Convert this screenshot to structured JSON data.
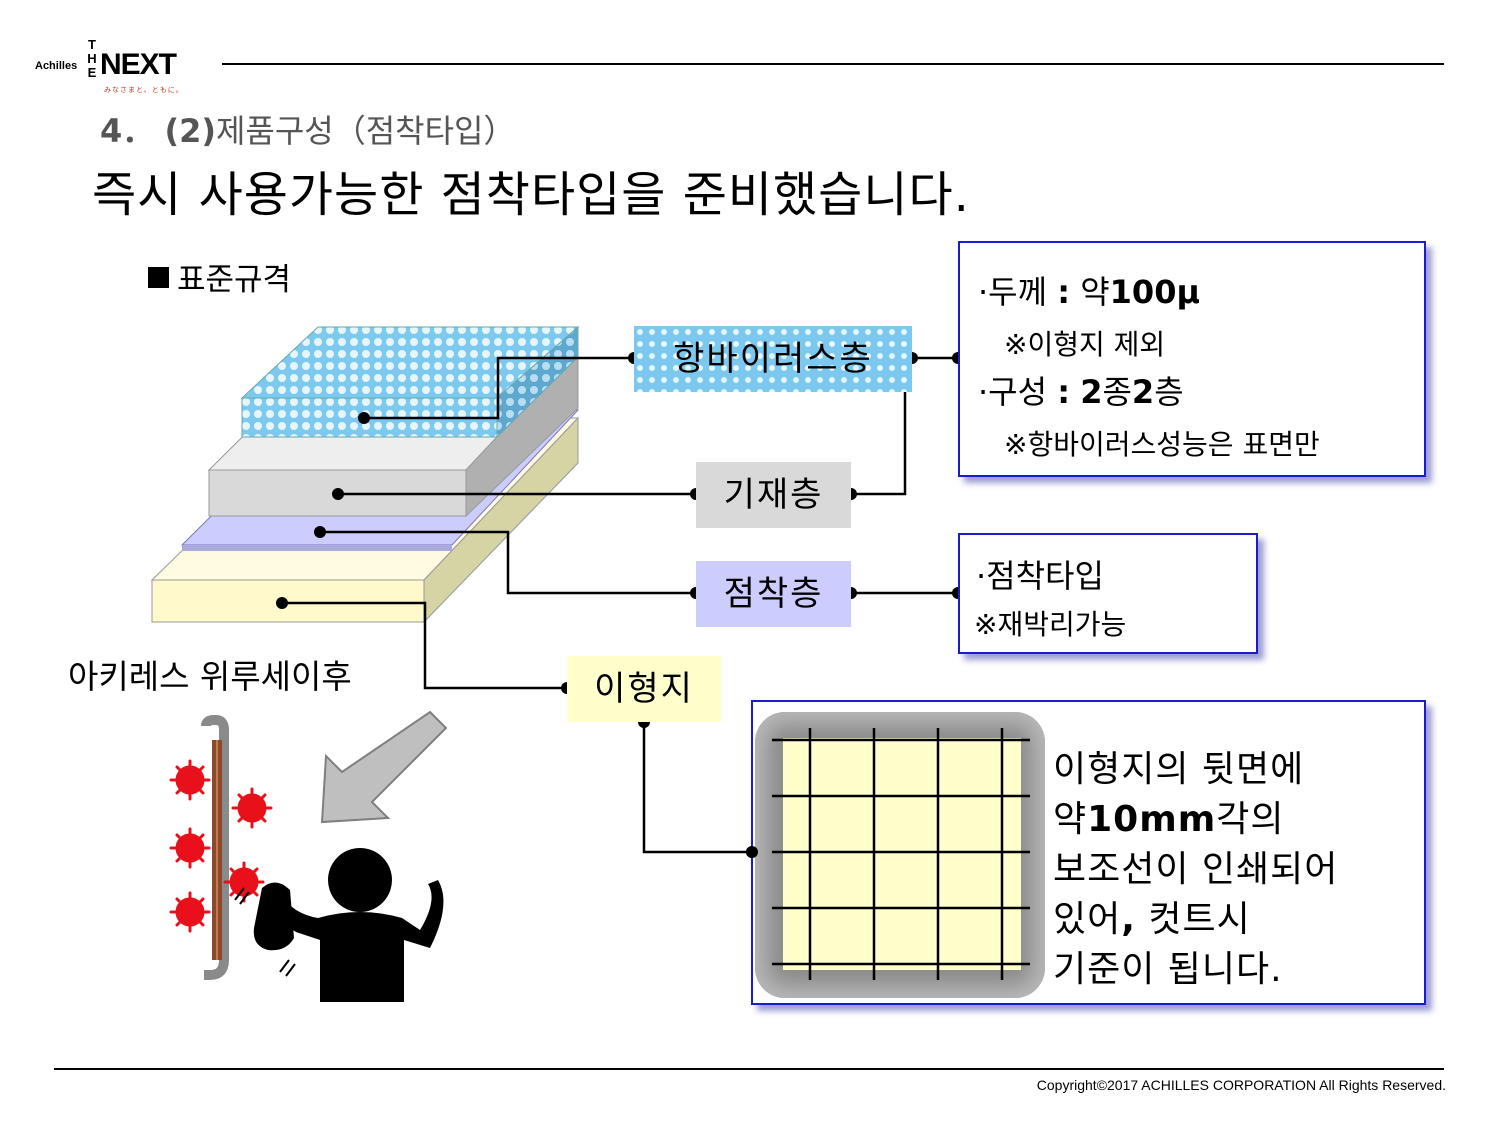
{
  "logo": {
    "brand": "Achilles",
    "the": [
      "T",
      "H",
      "E"
    ],
    "next": "NEXT",
    "tagline": "みなさまと、ともに。"
  },
  "section": {
    "number": "4．",
    "paren": "(2)",
    "title": "제품구성（점착타입）"
  },
  "headline": "즉시 사용가능한 점착타입을 준비했습니다.",
  "spec_heading": "표준규격",
  "layers": {
    "barrier": "항바이러스층",
    "base": "기재층",
    "adhesive": "점착층",
    "release": "이형지"
  },
  "product_name": "아키레스 위루세이후",
  "info1": {
    "thickness_label": "·두께",
    "colon": ":",
    "thickness_prefix": "약",
    "thickness_value": "100μ",
    "thickness_note": "※이형지 제외",
    "composition_label": "·구성",
    "composition_num1": "2",
    "composition_word1": "종",
    "composition_num2": "2",
    "composition_word2": "층",
    "composition_note": "※항바이러스성능은 표면만"
  },
  "info2": {
    "type": "·점착타입",
    "note": "※재박리가능"
  },
  "info3": {
    "line1": "이형지의 뒷면에",
    "line2_prefix": "약",
    "line2_value": "10mm",
    "line2_suffix": "각의",
    "line3": "보조선이 인쇄되어",
    "line4_prefix": "있어",
    "line4_comma": ",",
    "line4_suffix": " 컷트시",
    "line5": "기준이 됩니다."
  },
  "copyright": "Copyright©2017 ACHILLES CORPORATION All Rights Reserved.",
  "colors": {
    "barrier_bg": "#7cc8ee",
    "base_bg": "#d9d9d9",
    "adhesive_bg": "#ccccff",
    "release_bg": "#ffffcc",
    "box_border": "#1a1ad0",
    "virus_red": "#e8101a"
  }
}
